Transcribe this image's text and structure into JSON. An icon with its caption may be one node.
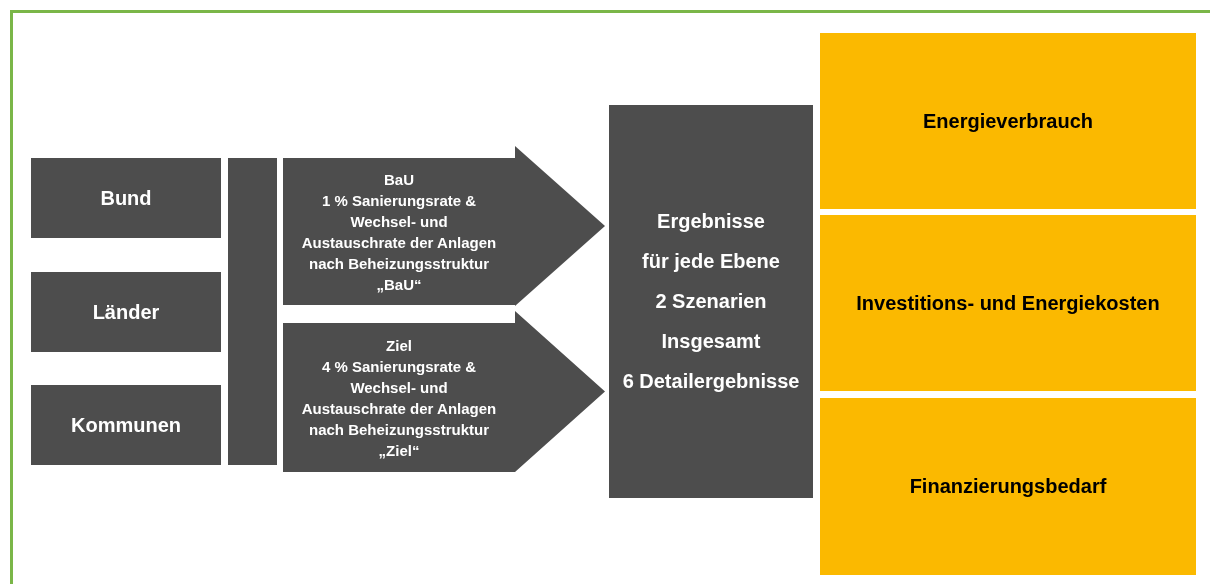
{
  "diagram": {
    "nodes": [
      {
        "text": [
          "Bund"
        ]
      },
      {
        "text": [
          "Länder"
        ]
      },
      {
        "text": [
          "Kommunen"
        ]
      },
      {
        "text": [],
        "shape": "bar"
      },
      {
        "text": [
          "BaU",
          "1 % Sanierungsrate & Wechsel- und Austauschrate der Anlagen nach Beheizungsstruktur „BaU“"
        ]
      },
      {
        "text": [
          "Ziel",
          "4 % Sanierungsrate & Wechsel- und Austauschrate der Anlagen nach Beheizungsstruktur „Ziel“"
        ]
      },
      {
        "text": [
          "Ergebnisse",
          "für jede Ebene",
          "2 Szenarien",
          "Insgesamt",
          "6 Detailergebnisse"
        ]
      },
      {
        "text": [
          "Energieverbrauch"
        ]
      },
      {
        "text": [
          "Investitions- und Energiekosten"
        ]
      },
      {
        "text": [
          "Finanzierungsbedarf"
        ]
      }
    ]
  }
}
